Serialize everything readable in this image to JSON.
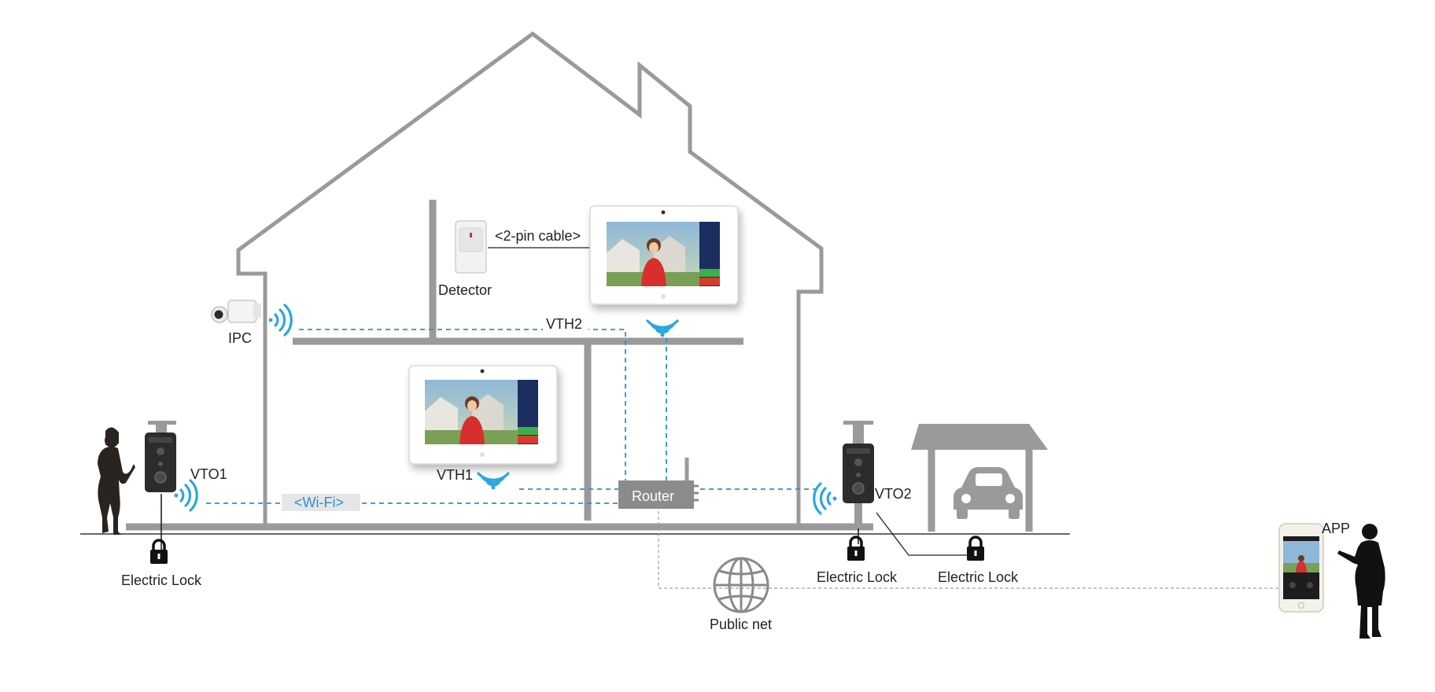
{
  "labels": {
    "detector": "Detector",
    "cable": "<2-pin cable>",
    "ipc": "IPC",
    "vth2": "VTH2",
    "vth1": "VTH1",
    "vto1": "VTO1",
    "vto2": "VTO2",
    "wifi": "<Wi-Fi>",
    "router": "Router",
    "lock1": "Electric Lock",
    "lock2": "Electric Lock",
    "lock3": "Electric Lock",
    "public_net": "Public net",
    "app": "APP"
  },
  "colors": {
    "structure": "#9a9a9a",
    "wifi": "#2aa6e0",
    "link": "#2a8fd6",
    "device_dark": "#2c2c2c",
    "silhouette": "#2a2420"
  }
}
